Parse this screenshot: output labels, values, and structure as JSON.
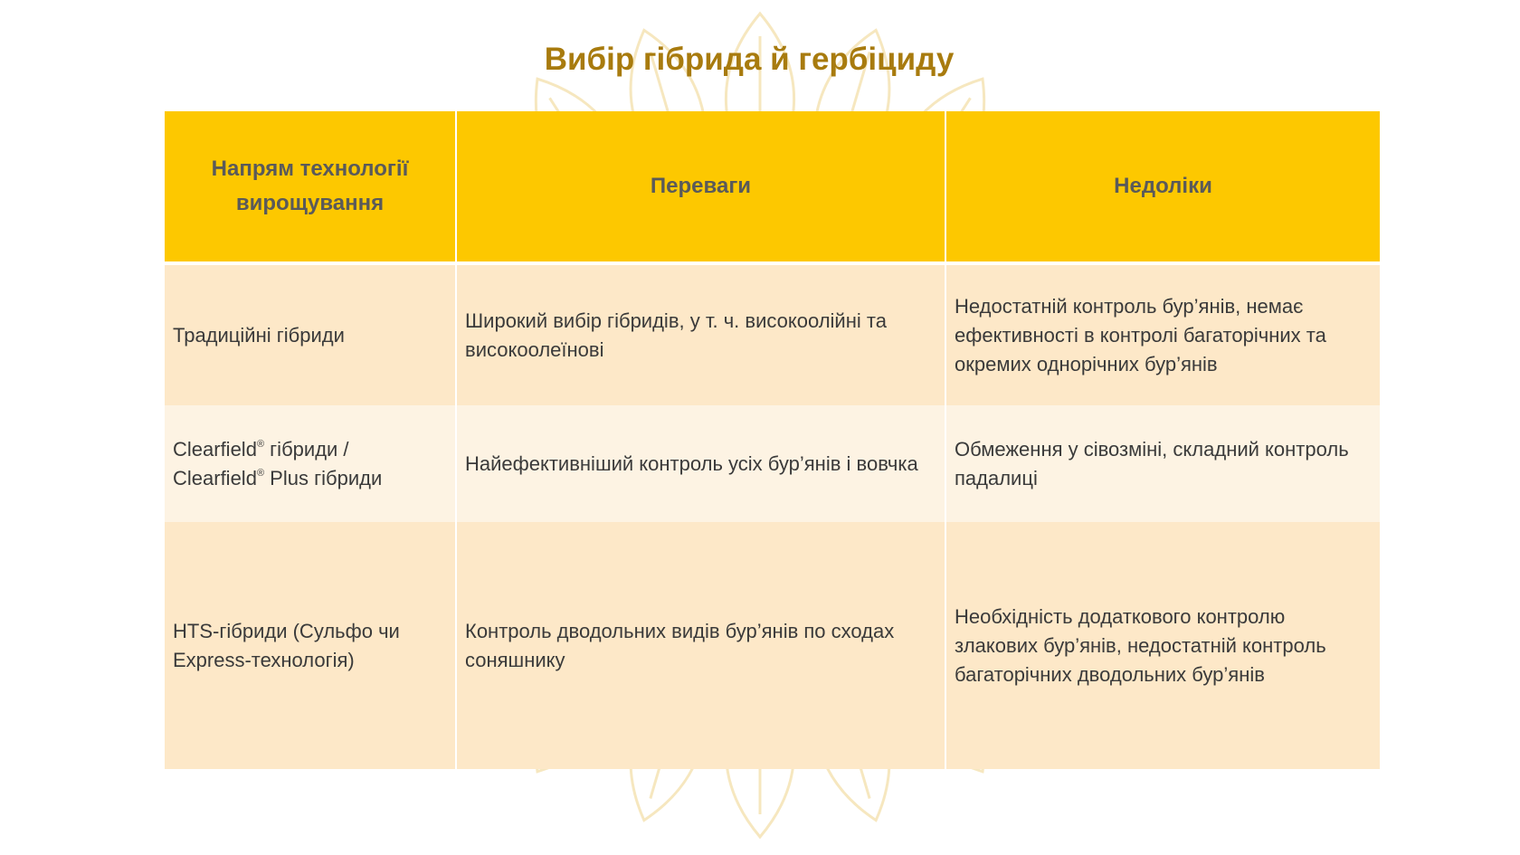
{
  "title": "Вибір гібрида й гербіциду",
  "table": {
    "headers": [
      "Напрям технології вирощування",
      "Переваги",
      "Недоліки"
    ],
    "rows": [
      {
        "direction": "Традиційні гібриди",
        "pros": "Широкий вибір гібридів, у т. ч. високоолійні та високоолеїнові",
        "cons": "Недостатній контроль бур’янів, немає ефективності в контролі багаторічних та окремих однорічних бур’янів"
      },
      {
        "direction_line1": "Clearfield",
        "direction_line1_rest": " гібриди /",
        "direction_line2": "Clearfield",
        "direction_line2_rest": " Plus гібриди",
        "registered_mark": "®",
        "pros": "Найефективніший контроль усіх бур’янів і вовчка",
        "cons": "Обмеження у сівозміні, складний контроль падалиці"
      },
      {
        "direction": "HTS-гібриди (Сульфо чи Express-технологія)",
        "pros": "Контроль дводольних видів бур’янів по сходах соняшнику",
        "cons": "Необхідність додаткового контролю злакових бур’янів, недостатній контроль багаторічних дводольних бур’янів"
      }
    ]
  },
  "colors": {
    "title": "#a87b0e",
    "header_bg": "#fdc800",
    "row_bg": "#fde8c8",
    "row_alt_bg": "#fdf3e3"
  }
}
